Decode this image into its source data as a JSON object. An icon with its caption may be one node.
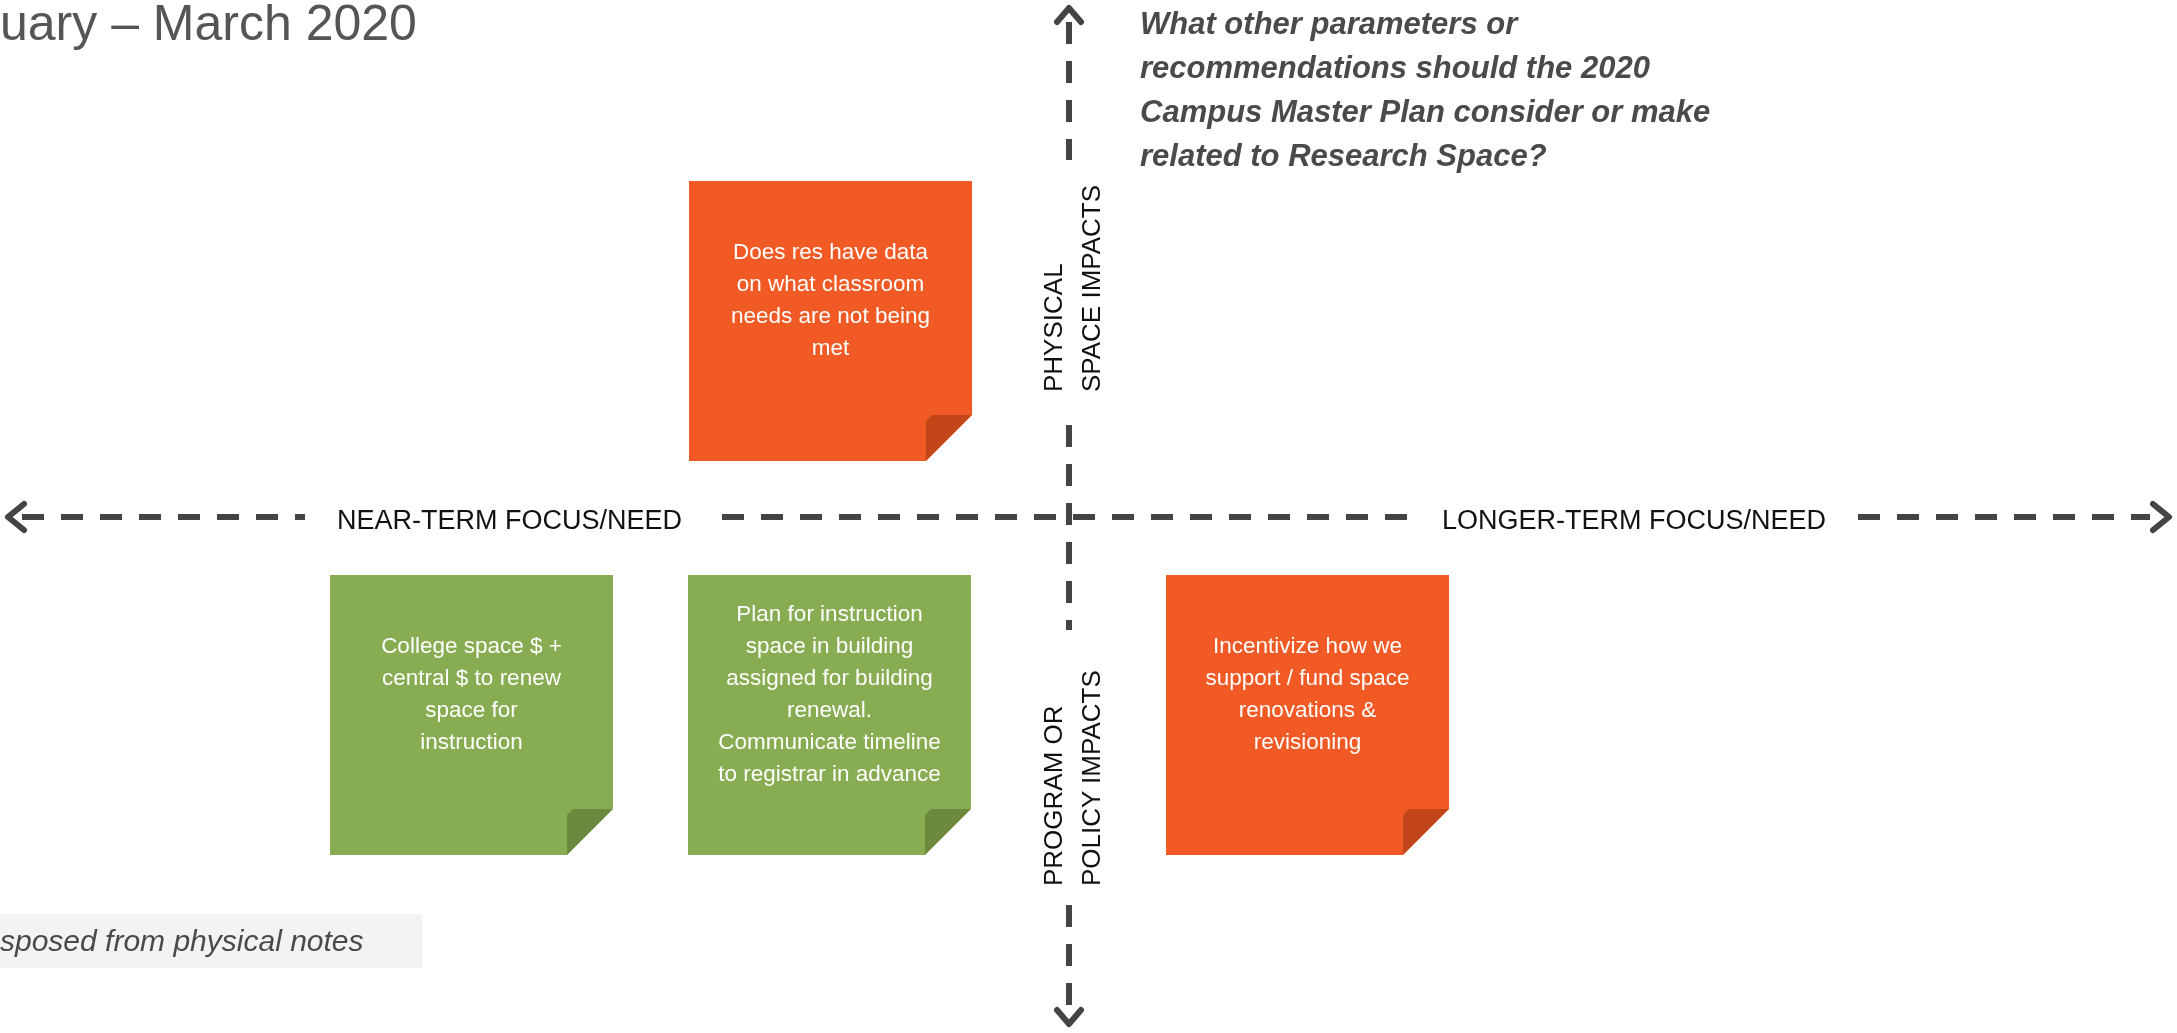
{
  "diagram": {
    "nodes": [
      {
        "text": [
          "Does res have data on what classroom needs are not being met"
        ]
      },
      {
        "text": [
          "College space $ + central $ to renew space for instruction"
        ]
      },
      {
        "text": [
          "Plan for instruction space in building assigned for building renewal. Communicate timeline to registrar in advance"
        ]
      },
      {
        "text": [
          "Incentivize how we support / fund space renovations & revisioning"
        ]
      }
    ],
    "labels": [
      "uary – March 2020",
      "What other parameters or recommendations should the 2020 Campus Master Plan consider or make related to Research Space?",
      "PHYSICAL SPACE IMPACTS",
      "NEAR-TERM FOCUS/NEED",
      "LONGER-TERM FOCUS/NEED",
      "PROGRAM OR POLICY IMPACTS",
      "sposed from physical notes"
    ]
  }
}
